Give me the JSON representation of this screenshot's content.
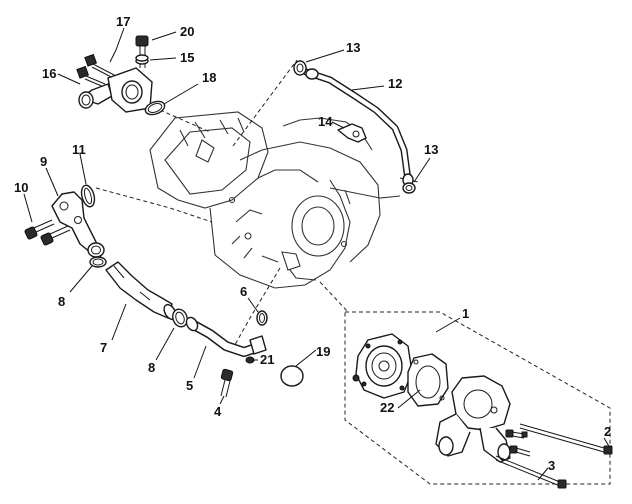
{
  "diagram": {
    "callouts": {
      "c1": "1",
      "c2": "2",
      "c3": "3",
      "c4": "4",
      "c5": "5",
      "c6": "6",
      "c7": "7",
      "c8a": "8",
      "c8b": "8",
      "c9": "9",
      "c10": "10",
      "c11": "11",
      "c12": "12",
      "c13a": "13",
      "c13b": "13",
      "c14": "14",
      "c15": "15",
      "c16": "16",
      "c17": "17",
      "c18": "18",
      "c19": "19",
      "c20": "20",
      "c21": "21",
      "c22": "22"
    }
  }
}
